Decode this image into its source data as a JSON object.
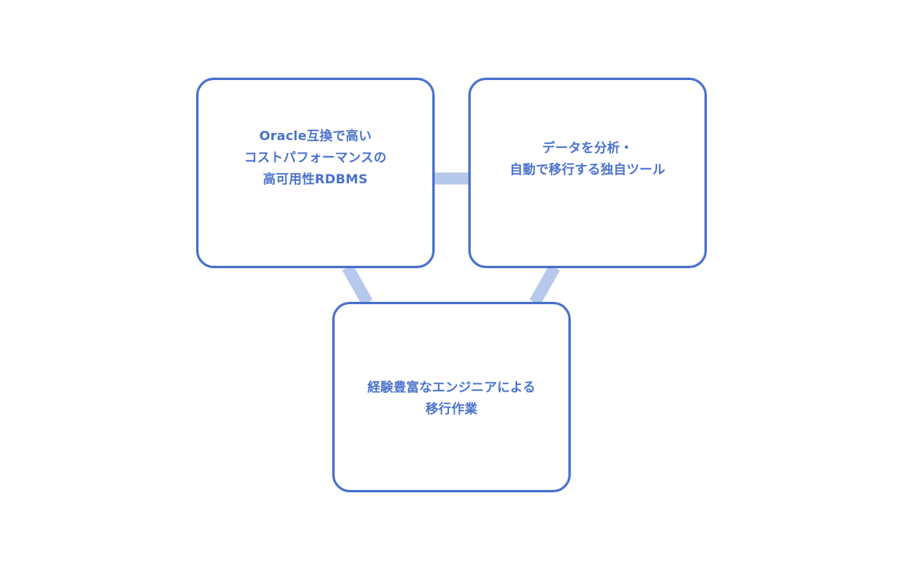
{
  "colors": {
    "node_border": "#4a72cc",
    "node_text": "#4a72cc",
    "connector": "#b6c8ec",
    "background": "#ffffff"
  },
  "nodes": [
    {
      "id": "oracle-compatible-rdbms",
      "lines": [
        "Oracle互換で高い",
        "コストパフォーマンスの",
        "高可用性RDBMS"
      ]
    },
    {
      "id": "data-migration-tool",
      "lines": [
        "データを分析・",
        "自動で移行する独自ツール"
      ]
    },
    {
      "id": "engineer-migration-work",
      "lines": [
        "経験豊富なエンジニアによる",
        "移行作業"
      ]
    }
  ],
  "connections": [
    {
      "from": "oracle-compatible-rdbms",
      "to": "data-migration-tool"
    },
    {
      "from": "oracle-compatible-rdbms",
      "to": "engineer-migration-work"
    },
    {
      "from": "data-migration-tool",
      "to": "engineer-migration-work"
    }
  ]
}
